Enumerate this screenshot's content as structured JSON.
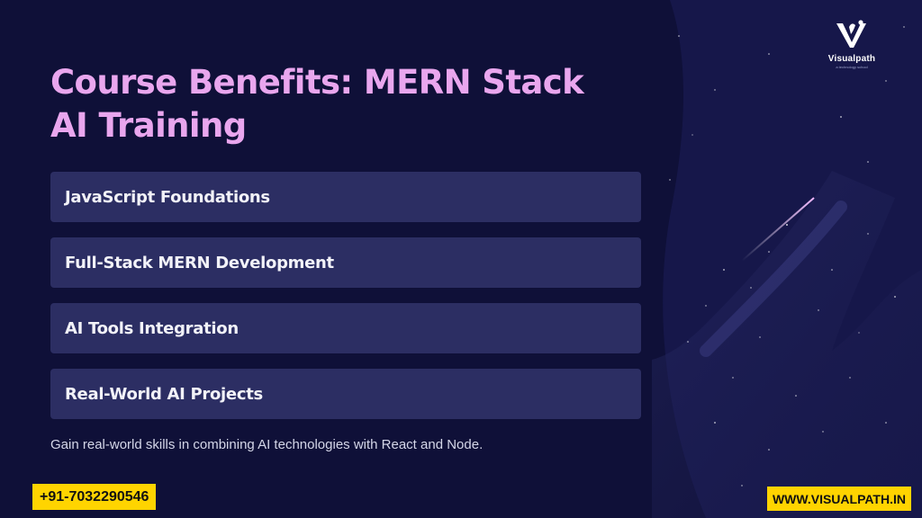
{
  "brand": {
    "name": "Visualpath",
    "tagline": "a technology school",
    "logo_icon": "visualpath-logo-icon"
  },
  "slide": {
    "title": "Course Benefits: MERN Stack AI Training",
    "benefits": [
      {
        "label": "JavaScript Foundations"
      },
      {
        "label": "Full-Stack MERN Development"
      },
      {
        "label": "AI Tools Integration"
      },
      {
        "label": "Real-World AI Projects"
      }
    ],
    "summary": "Gain real-world skills in combining AI technologies with React and Node."
  },
  "contact": {
    "phone": "+91-7032290546",
    "website": "WWW.VISUALPATH.IN"
  },
  "colors": {
    "background": "#0f1038",
    "title": "#e9a6ee",
    "card": "#2c2e63",
    "badge": "#ffd400"
  }
}
